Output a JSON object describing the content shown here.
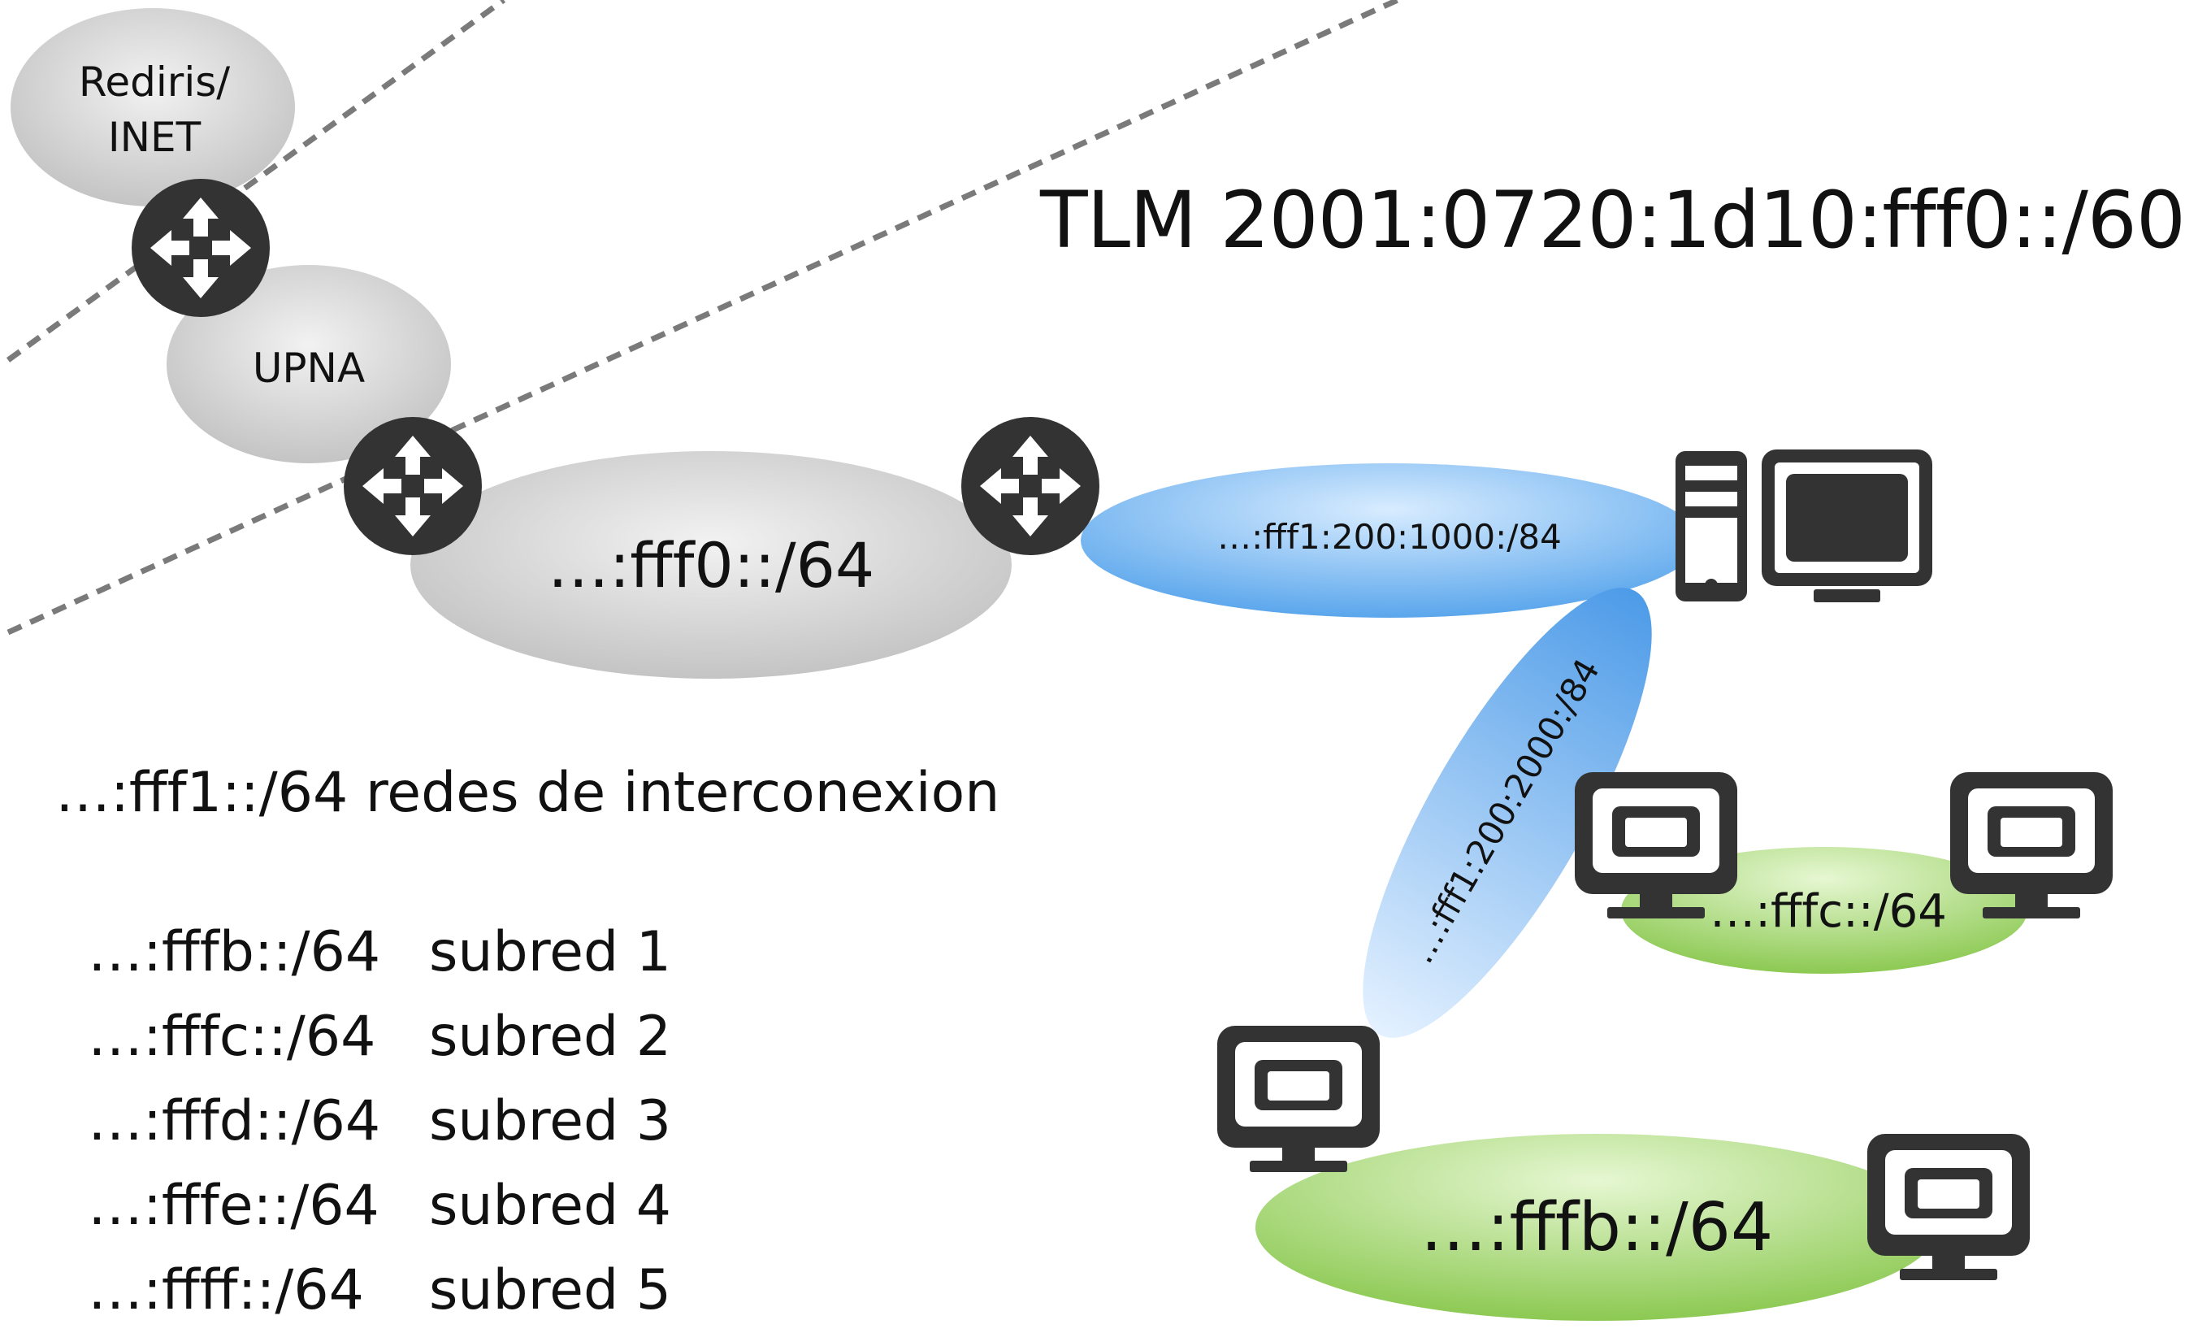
{
  "title": "TLM   2001:0720:1d10:fff0::/60",
  "clouds": {
    "rediris": "Rediris/\nINET",
    "upna": "UPNA",
    "main": "…:fff0::/64"
  },
  "links": {
    "link1": "…:fff1:200:1000:/84",
    "link2": "…:fff1:200:2000:/84"
  },
  "lans": {
    "fffc": "…:fffc::/64",
    "fffb": "…:fffb::/64"
  },
  "legend": {
    "interconnect": "…:fff1::/64 redes de interconexion",
    "subnets": [
      {
        "prefix": "…:fffb::/64",
        "name": "subred 1"
      },
      {
        "prefix": "…:fffc::/64",
        "name": "subred 2"
      },
      {
        "prefix": "…:fffd::/64",
        "name": "subred 3"
      },
      {
        "prefix": "…:fffe::/64",
        "name": "subred 4"
      },
      {
        "prefix": "…:ffff::/64",
        "name": "subred 5"
      }
    ]
  },
  "colors": {
    "router": "#333333",
    "cloud_gray": "#d8d8d8",
    "link_blue": "#7ab8f0",
    "lan_green": "#a4d86a",
    "dashed": "#7a7a7a"
  }
}
